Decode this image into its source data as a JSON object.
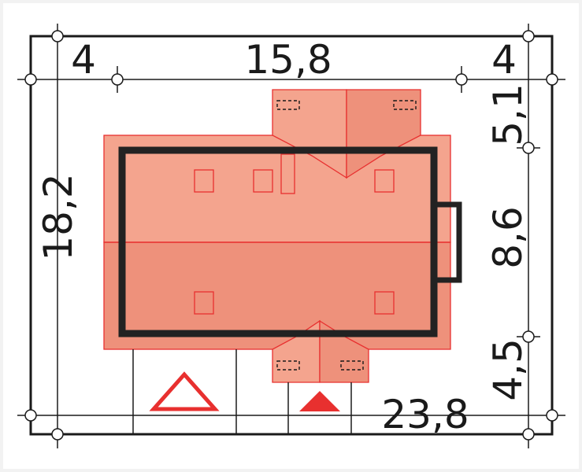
{
  "dimensions": {
    "top_left_setback": "4",
    "top_width": "15,8",
    "top_right_setback": "4",
    "right_top_depth": "5,1",
    "right_middle_depth": "8,6",
    "right_bottom_depth": "4,5",
    "left_total_depth": "18,2",
    "bottom_total_width": "23,8"
  },
  "colors": {
    "background": "#f2f2f2",
    "plot_border": "#1a1a1a",
    "roof_light": "#f4a48e",
    "roof_dark": "#ee917b",
    "roof_outline": "#e8302f",
    "house_outline": "#222222",
    "marker": "#e8302f"
  },
  "symbols": {
    "north_marker_outline": "triangle-outline-icon",
    "entrance_marker": "triangle-filled-icon"
  }
}
